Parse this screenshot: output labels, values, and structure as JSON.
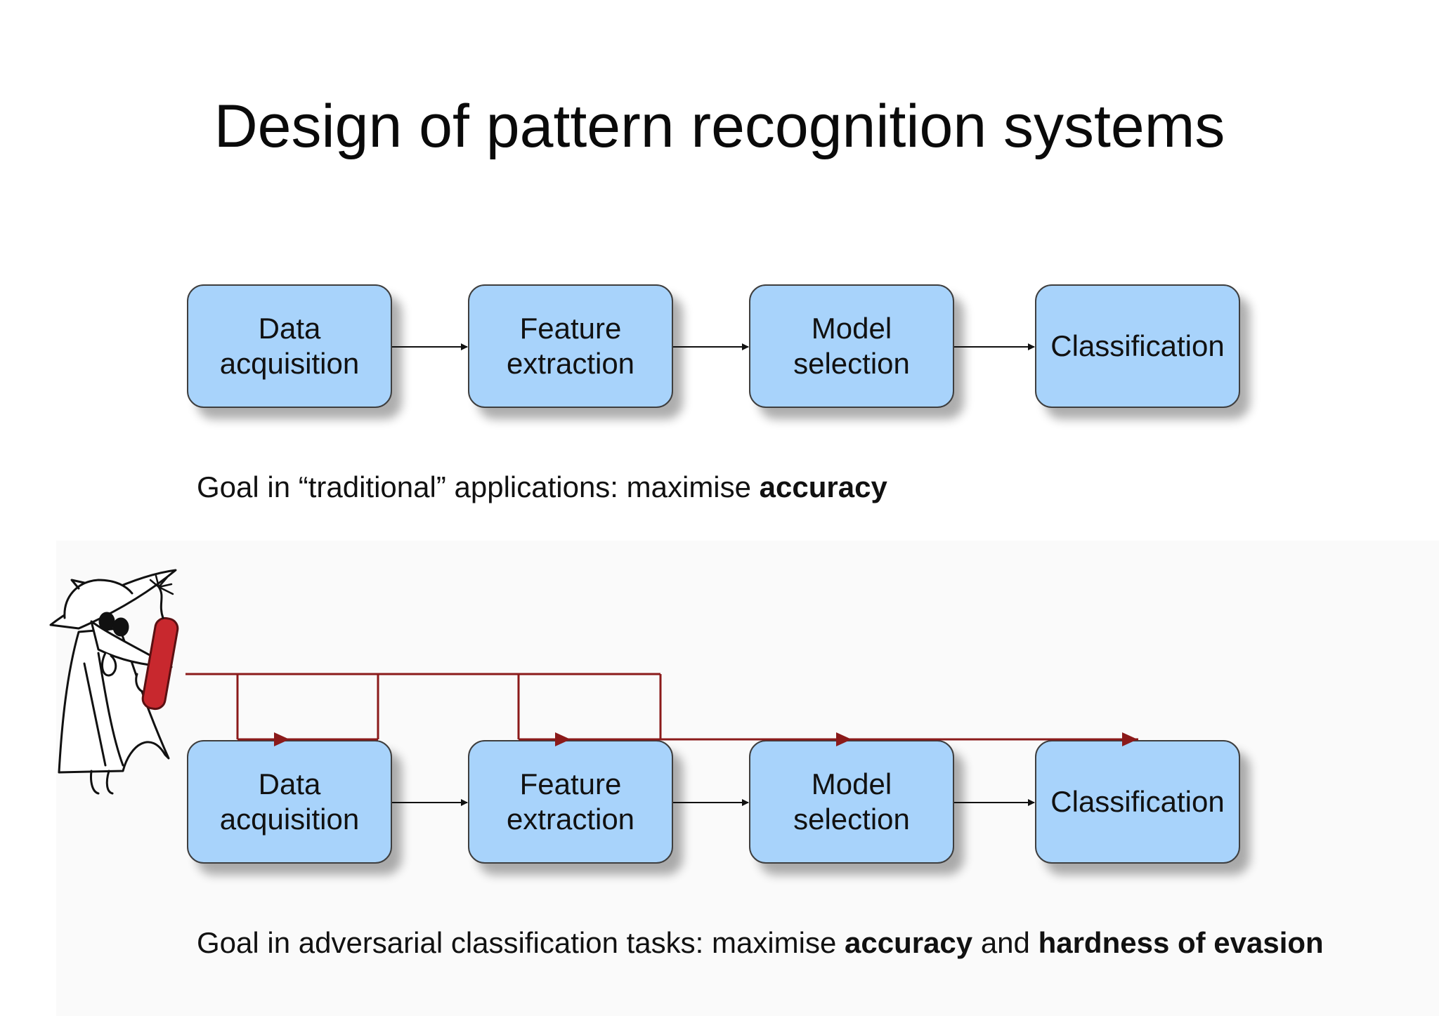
{
  "title": "Design of pattern recognition systems",
  "pipeline_top": {
    "steps": [
      {
        "line1": "Data",
        "line2": "acquisition"
      },
      {
        "line1": "Feature",
        "line2": "extraction"
      },
      {
        "line1": "Model",
        "line2": "selection"
      },
      {
        "line1": "Classification",
        "line2": ""
      }
    ],
    "goal": {
      "prefix": "Goal in “traditional” applications: maximise ",
      "bold1": "accuracy"
    }
  },
  "pipeline_bottom": {
    "steps": [
      {
        "line1": "Data",
        "line2": "acquisition"
      },
      {
        "line1": "Feature",
        "line2": "extraction"
      },
      {
        "line1": "Model",
        "line2": "selection"
      },
      {
        "line1": "Classification",
        "line2": ""
      }
    ],
    "goal": {
      "prefix": "Goal in adversarial classification tasks: maximise ",
      "bold1": "accuracy",
      "middle": " and ",
      "bold2": "hardness of evasion"
    }
  },
  "colors": {
    "box_fill": "#a8d3fb",
    "box_border": "#3e3e3e",
    "attack_line": "#8b1a1a",
    "arrow": "#111111"
  },
  "icons": {
    "adversary": "spy-with-dynamite-icon"
  }
}
